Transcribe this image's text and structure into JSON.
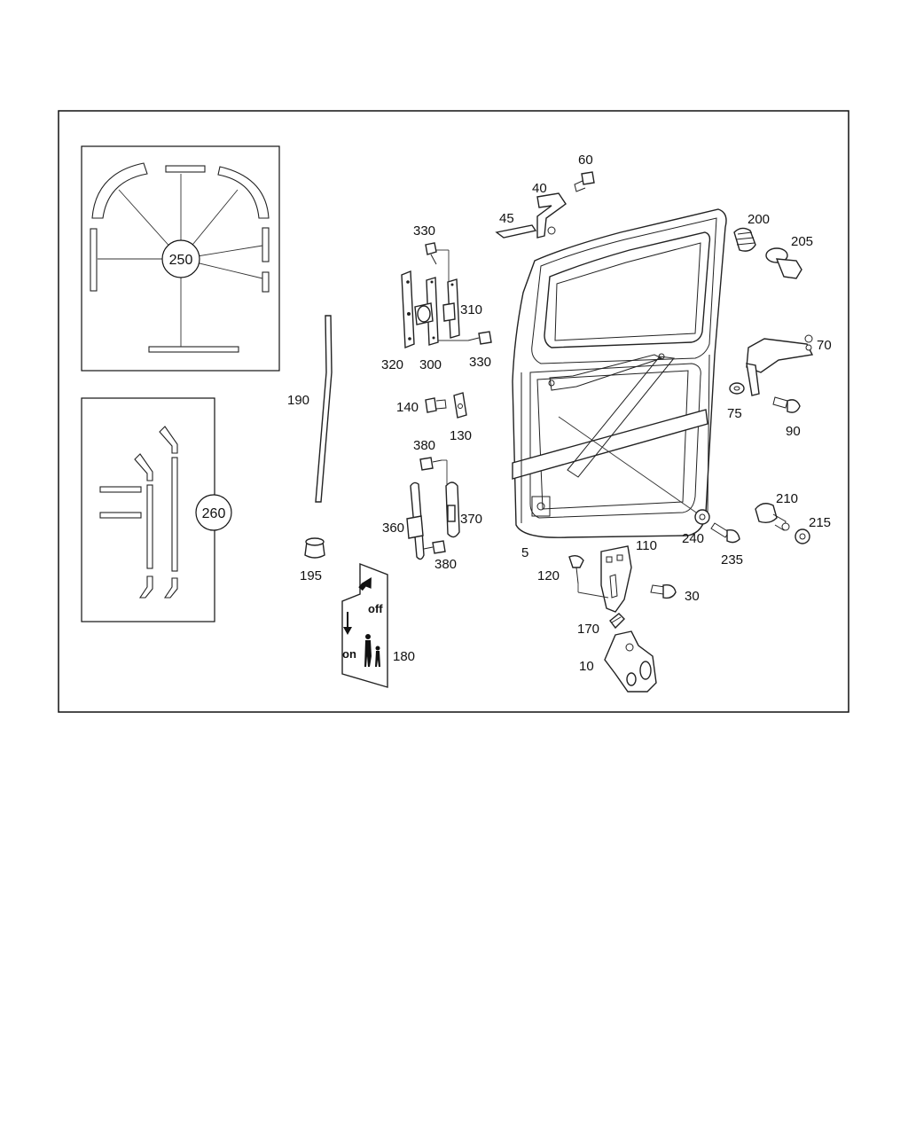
{
  "labels": {
    "p5": "5",
    "p10": "10",
    "p30": "30",
    "p40": "40",
    "p45": "45",
    "p60": "60",
    "p70": "70",
    "p75": "75",
    "p90": "90",
    "p110": "110",
    "p120": "120",
    "p130": "130",
    "p140": "140",
    "p170": "170",
    "p180": "180",
    "p190": "190",
    "p195": "195",
    "p200": "200",
    "p205": "205",
    "p210": "210",
    "p215": "215",
    "p235": "235",
    "p240": "240",
    "p250": "250",
    "p260": "260",
    "p300": "300",
    "p310": "310",
    "p320": "320",
    "p330a": "330",
    "p330b": "330",
    "p360": "360",
    "p370": "370",
    "p380a": "380",
    "p380b": "380"
  },
  "sticker": {
    "off_text": "off",
    "on_text": "on"
  }
}
